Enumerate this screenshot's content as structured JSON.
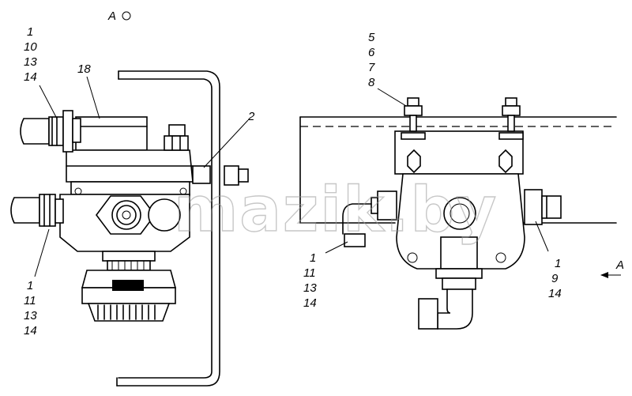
{
  "view_marker": "А",
  "left_view": {
    "callout_top_left": [
      "1",
      "10",
      "13",
      "14"
    ],
    "callout_18": "18",
    "callout_2": "2",
    "callout_bottom_left": [
      "1",
      "11",
      "13",
      "14"
    ]
  },
  "right_view": {
    "callout_top": [
      "5",
      "6",
      "7",
      "8"
    ],
    "callout_left": [
      "1",
      "11",
      "13",
      "14"
    ],
    "callout_right": [
      "1",
      "9",
      "14"
    ],
    "arrow_label": "А"
  },
  "watermark": "mazik.by"
}
